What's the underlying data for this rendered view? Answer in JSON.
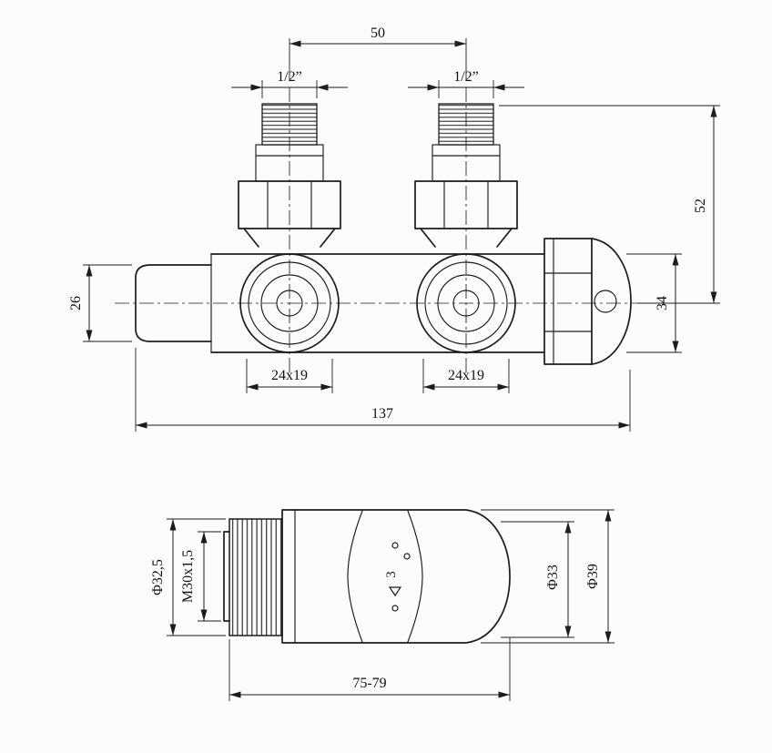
{
  "colors": {
    "background": "#fcfcfc",
    "ink": "#1c1c1c"
  },
  "valve_view": {
    "dims": {
      "pipe_spacing": "50",
      "thread_left": "1/2”",
      "thread_right": "1/2”",
      "height_to_axis": "52",
      "cap_height": "34",
      "left_port_height": "26",
      "union_left": "24x19",
      "union_right": "24x19",
      "overall_length": "137"
    }
  },
  "head_view": {
    "setting_label": "3",
    "dims": {
      "collar_diameter": "Φ32,5",
      "thread_spec": "M30x1,5",
      "body_diameter": "Φ33",
      "max_diameter": "Φ39",
      "length_range": "75-79"
    }
  }
}
